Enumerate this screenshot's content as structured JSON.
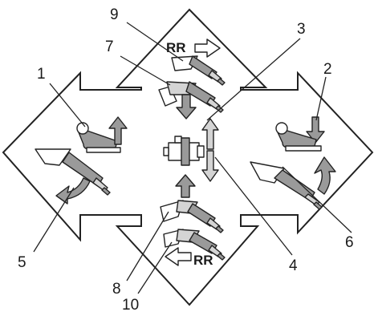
{
  "diagram": {
    "callouts": [
      {
        "id": "1",
        "text": "1"
      },
      {
        "id": "2",
        "text": "2"
      },
      {
        "id": "3",
        "text": "3"
      },
      {
        "id": "4",
        "text": "4"
      },
      {
        "id": "5",
        "text": "5"
      },
      {
        "id": "6",
        "text": "6"
      },
      {
        "id": "7",
        "text": "7"
      },
      {
        "id": "8",
        "text": "8"
      },
      {
        "id": "9",
        "text": "9"
      },
      {
        "id": "10",
        "text": "10"
      }
    ],
    "rr_top": "RR",
    "rr_bottom": "RR"
  }
}
